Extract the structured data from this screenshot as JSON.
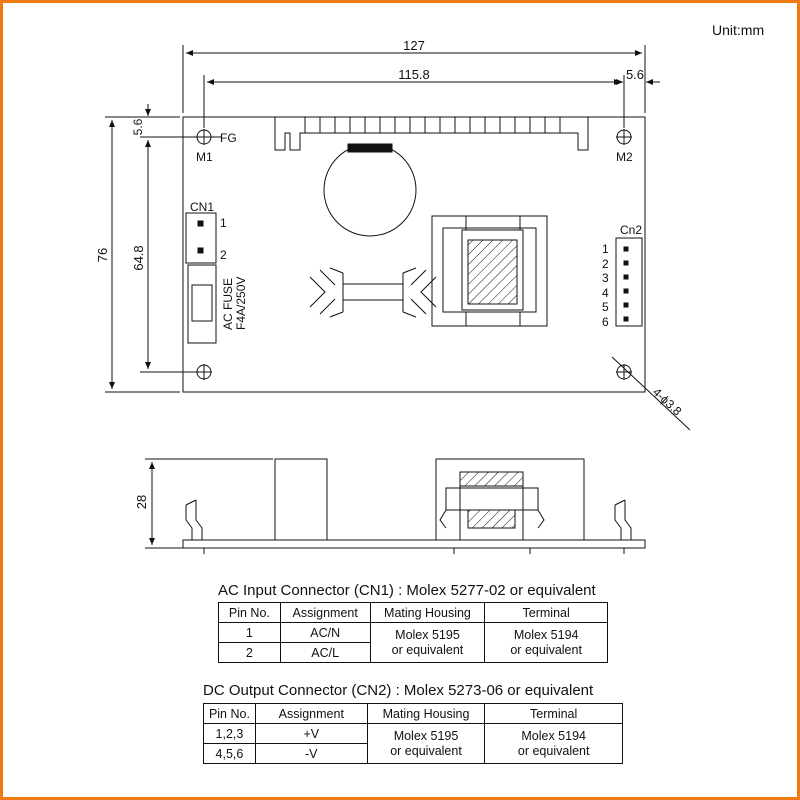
{
  "unit_label": "Unit:mm",
  "dimensions": {
    "overall_width": "127",
    "hole_spacing_x": "115.8",
    "right_offset": "5.6",
    "top_offset": "5.6",
    "overall_height": "76",
    "hole_spacing_y": "64.8",
    "side_height": "28",
    "hole_callout": "4-ϕ3.8"
  },
  "labels": {
    "fg": "FG",
    "m1": "M1",
    "m2": "M2",
    "cn1": "CN1",
    "cn1_pin1": "1",
    "cn1_pin2": "2",
    "fuse_line1": "AC FUSE",
    "fuse_line2": "F4A/250V",
    "cn2": "Cn2",
    "cn2_pins": [
      "1",
      "2",
      "3",
      "4",
      "5",
      "6"
    ]
  },
  "table_cn1": {
    "title": "AC Input Connector (CN1) : Molex 5277-02  or equivalent",
    "headers": [
      "Pin No.",
      "Assignment",
      "Mating Housing",
      "Terminal"
    ],
    "rows": [
      {
        "pin": "1",
        "assignment": "AC/N"
      },
      {
        "pin": "2",
        "assignment": "AC/L"
      }
    ],
    "housing_line1": "Molex 5195",
    "housing_line2": "or equivalent",
    "terminal_line1": "Molex 5194",
    "terminal_line2": "or equivalent"
  },
  "table_cn2": {
    "title": "DC Output Connector (CN2) : Molex 5273-06 or equivalent",
    "headers": [
      "Pin No.",
      "Assignment",
      "Mating Housing",
      "Terminal"
    ],
    "rows": [
      {
        "pin": "1,2,3",
        "assignment": "+V"
      },
      {
        "pin": "4,5,6",
        "assignment": "-V"
      }
    ],
    "housing_line1": "Molex 5195",
    "housing_line2": "or equivalent",
    "terminal_line1": "Molex 5194",
    "terminal_line2": "or equivalent"
  },
  "colors": {
    "frame": "#f07a12",
    "ink": "#111111"
  }
}
